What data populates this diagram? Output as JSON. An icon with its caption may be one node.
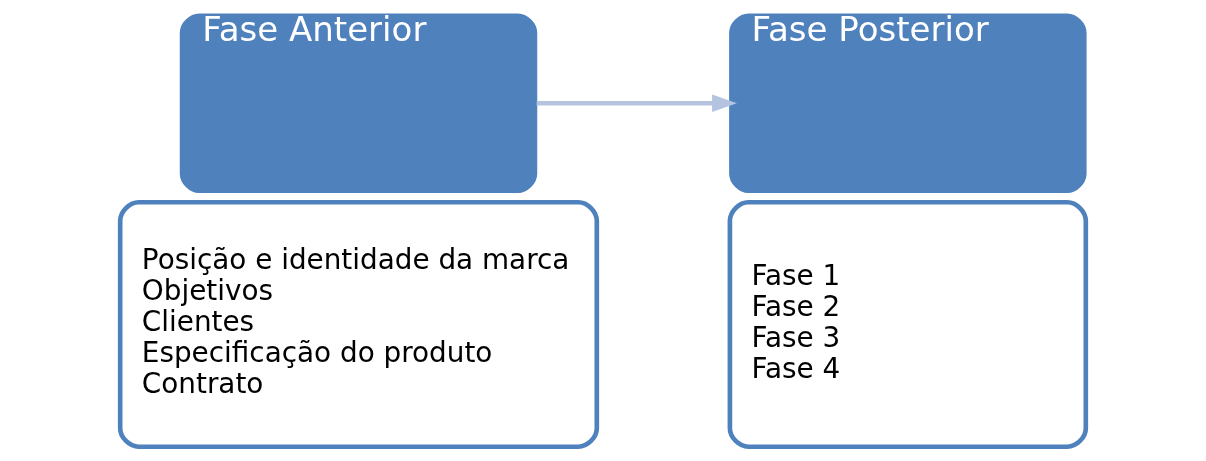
{
  "diagram": {
    "nodes": [
      {
        "text": [
          "Fase Anterior"
        ]
      },
      {
        "text": [
          "Posição e identidade da marca",
          "Objetivos",
          "Clientes",
          "Especificação do produto",
          "Contrato"
        ]
      },
      {
        "text": [
          "Fase Posterior"
        ]
      },
      {
        "text": [
          "Fase 1",
          "Fase 2",
          "Fase 3",
          "Fase 4"
        ]
      }
    ],
    "edges": [
      {
        "from": 0,
        "to": 2,
        "arrow": "to",
        "color": "#b4c4e0"
      }
    ]
  }
}
